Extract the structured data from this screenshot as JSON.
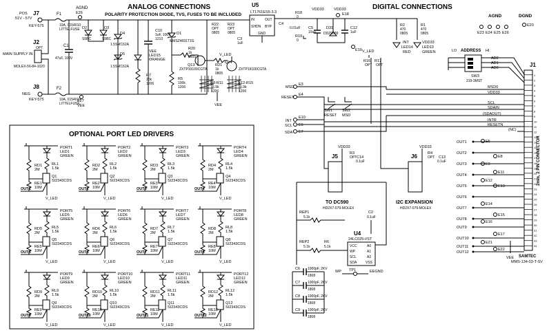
{
  "headers": {
    "analog": "ANALOG CONNECTIONS",
    "analog_sub": "POLARITY PROTECTION DIODE, TVS, FUSES TO BE INCLUDED",
    "digital": "DIGITAL CONNECTIONS",
    "led_drivers": "OPTIONAL PORT LED DRIVERS"
  },
  "power_input": {
    "j7": {
      "ref": "J7",
      "pins": [
        "POS",
        "51V - 57V"
      ],
      "part": "KEY-575"
    },
    "j2": {
      "ref": "J2",
      "label": "MAIN SUPPLY IN",
      "opt": "OPT",
      "part": "MOLEX-56-84-1020"
    },
    "j8": {
      "ref": "J8",
      "label": "NEG",
      "part": "KEY-575"
    },
    "f1": {
      "ref": "F1",
      "value": "10A, 0154010",
      "part": "LITTELFUSE"
    },
    "f2": {
      "ref": "F2",
      "value": "10A, 0154010",
      "part": "LITTELFUSE"
    },
    "c1": {
      "ref": "C1",
      "value": "47uF, 100V"
    },
    "agnd": "AGND",
    "e26": "E26",
    "e27": "E27",
    "vee": "VEE"
  },
  "protection": {
    "d2": {
      "ref": "D2",
      "part": "S5BC"
    },
    "d3": {
      "ref": "D3",
      "part": "S5BC"
    },
    "d4": {
      "ref": "D4",
      "part": "1.5SMC62A"
    },
    "d5": {
      "ref": "D5",
      "part": "1.5SMC62A"
    },
    "c10": {
      "ref": "C10",
      "value": "1uF, 100V",
      "size": "1210"
    },
    "led15": {
      "ref": "LED15",
      "label": "VEE",
      "color": "ORANGE"
    },
    "r7": {
      "ref": "R7",
      "value": "20k",
      "size": "1206"
    },
    "d1": {
      "ref": "D1",
      "part": "MMSZ4691T1G"
    },
    "r20": {
      "ref": "R20",
      "value": "1k",
      "size": "0805"
    },
    "r5": {
      "ref": "R5",
      "value": "100k",
      "size": "1206"
    },
    "q13": {
      "ref": "Q13",
      "part": "ZXTP19100CGTA"
    },
    "r21": {
      "ref": "R21",
      "value": "1k",
      "size": "0805"
    },
    "q14": {
      "ref": "Q14",
      "part": "ZXTP19100CGTA"
    },
    "r8_r11": {
      "ref": "R8-R11",
      "value": "5.9k",
      "size": "1206"
    },
    "r12_r15": {
      "ref": "R12-R15",
      "value": "5.9k",
      "size": "1206"
    },
    "r22": {
      "ref": "R22",
      "opt": "OPT",
      "size": "0805"
    },
    "r23": {
      "ref": "R23",
      "opt": "OPT",
      "size": "0805"
    },
    "c3": {
      "ref": "C3",
      "value": "1uF"
    },
    "v_led": "V_LED"
  },
  "regulator": {
    "u5": {
      "ref": "U5",
      "part": "LT1761ES5-3.3",
      "pins": [
        "IN",
        "OUT",
        "SHDN",
        "BYP",
        "GND"
      ]
    },
    "r18": {
      "ref": "R18",
      "value": "0"
    },
    "r19": {
      "ref": "R19",
      "value": "0"
    },
    "c4": {
      "ref": "C4",
      "value": "0.01uF"
    },
    "vdd33": "VDD33",
    "e18": "E18",
    "c5": {
      "ref": "C5",
      "value": "10uF"
    },
    "d31": {
      "ref": "D31",
      "part": "DDZ9689"
    },
    "c12": {
      "ref": "C12",
      "value": "1uF"
    },
    "e19": "E19"
  },
  "digital": {
    "r2": {
      "ref": "R2",
      "value": "470",
      "size": "0805"
    },
    "r1": {
      "ref": "R1",
      "value": "470",
      "size": "0805"
    },
    "led14": {
      "ref": "LED14",
      "label": "INT",
      "color": "RED"
    },
    "led13": {
      "ref": "LED13",
      "label": "VDD33",
      "color": "GREEN"
    },
    "r16": {
      "ref": "R16",
      "opt": "OPT"
    },
    "r17": {
      "ref": "R17",
      "opt": "OPT"
    },
    "v_led": "V_LED",
    "agnd": "AGND",
    "dgnd": "DGND",
    "agnd_pads": [
      "E23",
      "E24",
      "E25",
      "E26"
    ],
    "dgnd_pad": "E20",
    "address": {
      "lo": "LO",
      "label": "ADDRESS",
      "hi": "HI",
      "lines": [
        "AD2",
        "AD1",
        "AD0"
      ],
      "sw": "SW3",
      "part": "219-3MST"
    },
    "bus_signals": [
      "MSD0",
      "VDD33",
      "SCL",
      "SDAIN",
      "(SDAOUT)",
      "INTR",
      "RESETN",
      "(NC)"
    ],
    "test_points": [
      {
        "pad": "E3",
        "label": "MSD"
      },
      {
        "pad": "E4",
        "label": "RESET"
      },
      {
        "pad": "E10",
        "label": "INT"
      },
      {
        "pad": "E6",
        "label": "SCL"
      },
      {
        "pad": "E7",
        "label": "SDA"
      }
    ],
    "sw1": {
      "ref": "SW1",
      "label": "RESET"
    },
    "sw2": {
      "ref": "SW2",
      "label": "MSD"
    }
  },
  "headers_j5_j6": {
    "j5": {
      "ref": "J5",
      "caption": "TO DC590",
      "part": "HD2X7-079-MOLEX"
    },
    "j6": {
      "ref": "J6",
      "caption": "I2C EXPANSION",
      "part": "HD2X7-079-MOLEX"
    },
    "r3": {
      "ref": "R3",
      "opt": "OPT"
    },
    "r4": {
      "ref": "R4",
      "opt": "OPT"
    },
    "c14": {
      "ref": "C14",
      "value": "0.1uF"
    },
    "c13": {
      "ref": "C13",
      "value": "0.1uF"
    },
    "vdd33": "VDD33"
  },
  "eeprom": {
    "rep1": {
      "ref": "REP1",
      "value": "5.1k"
    },
    "rep2": {
      "ref": "REP2",
      "value": "5.1k"
    },
    "r6": {
      "ref": "R6",
      "value": "5.1k"
    },
    "c2": {
      "ref": "C2",
      "value": "0.1uF"
    },
    "u4": {
      "ref": "U4",
      "part": "24LC025-I/ST",
      "pins_left": [
        "VCC",
        "WP",
        "SCL",
        "SDA"
      ],
      "pins_right": [
        "A0",
        "A1",
        "A2",
        "VSS"
      ]
    },
    "wp": "WP",
    "tp1": "TP1",
    "eegnd": "EEGND"
  },
  "bypass_caps": [
    {
      "ref": "C6",
      "value": "1000pF, 2KV",
      "size": "1808"
    },
    {
      "ref": "C7",
      "value": "1000pF, 2KV",
      "size": "1808"
    },
    {
      "ref": "C8",
      "value": "1000pF, 2KV",
      "size": "1808"
    },
    {
      "ref": "C9",
      "value": "1000pF, 2KV",
      "size": "1808"
    }
  ],
  "connector": {
    "ref": "J1",
    "title": "2mm, 2 PIN CONNECTOR",
    "maker": "SAMTEC",
    "part": "MMS-134-03-T-SV",
    "pins_labels": [
      "1",
      "2",
      "3",
      "4",
      "5",
      "6",
      "7",
      "8",
      "9",
      "10",
      "11",
      "12",
      "13",
      "14",
      "15",
      "16",
      "17",
      "18",
      "19",
      "20",
      "21",
      "22",
      "23",
      "24",
      "25",
      "26",
      "27",
      "28",
      "29",
      "30",
      "31",
      "32",
      "33",
      "34"
    ],
    "outputs": [
      "OUT1",
      "OUT2",
      "OUT3",
      "OUT4",
      "OUT5",
      "OUT6",
      "OUT7",
      "OUT8",
      "OUT9",
      "OUT10",
      "OUT11",
      "OUT12"
    ],
    "pads": [
      "E5",
      "E8",
      "E9",
      "E11",
      "E12",
      "E13",
      "E14",
      "E15",
      "E16",
      "E17",
      "E21",
      "E22"
    ],
    "vee": "VEE"
  },
  "ports": [
    {
      "port": "PORT1",
      "led": "LED1",
      "color": "GREEN",
      "rd": "RD1",
      "rd_val": "2M",
      "rl": "RL1",
      "rl_val": "1.5k",
      "q": "Q1",
      "q_part": "SI2343CDS",
      "re": "RE1",
      "re_val": "10M",
      "out": "OUT1",
      "vled": "V_LED"
    },
    {
      "port": "PORT2",
      "led": "LED2",
      "color": "GREEN",
      "rd": "RD2",
      "rd_val": "2M",
      "rl": "RL2",
      "rl_val": "1.5k",
      "q": "Q2",
      "q_part": "SI2343CDS",
      "re": "RE2",
      "re_val": "10M",
      "out": "OUT2",
      "vled": "V_LED"
    },
    {
      "port": "PORT3",
      "led": "LED3",
      "color": "GREEN",
      "rd": "RD3",
      "rd_val": "2M",
      "rl": "RL3",
      "rl_val": "1.5k",
      "q": "Q3",
      "q_part": "SI2343CDS",
      "re": "RE3",
      "re_val": "10M",
      "out": "OUT3",
      "vled": "V_LED"
    },
    {
      "port": "PORT4",
      "led": "LED4",
      "color": "GREEN",
      "rd": "RD4",
      "rd_val": "2M",
      "rl": "RL4",
      "rl_val": "1.5k",
      "q": "Q4",
      "q_part": "SI2343CDS",
      "re": "RE4",
      "re_val": "10M",
      "out": "OUT4",
      "vled": "V_LED"
    },
    {
      "port": "PORT5",
      "led": "LED5",
      "color": "GREEN",
      "rd": "RD5",
      "rd_val": "2M",
      "rl": "RL5",
      "rl_val": "1.5k",
      "q": "Q5",
      "q_part": "SI2343CDS",
      "re": "RE5",
      "re_val": "10M",
      "out": "OUT5",
      "vled": "V_LED"
    },
    {
      "port": "PORT6",
      "led": "LED6",
      "color": "GREEN",
      "rd": "RD6",
      "rd_val": "2M",
      "rl": "RL6",
      "rl_val": "1.5k",
      "q": "Q6",
      "q_part": "SI2343CDS",
      "re": "RE6",
      "re_val": "10M",
      "out": "OUT6",
      "vled": "V_LED"
    },
    {
      "port": "PORT7",
      "led": "LED7",
      "color": "GREEN",
      "rd": "RD7",
      "rd_val": "2M",
      "rl": "RL7",
      "rl_val": "1.5k",
      "q": "Q7",
      "q_part": "SI2343CDS",
      "re": "RE7",
      "re_val": "10M",
      "out": "OUT7",
      "vled": "V_LED"
    },
    {
      "port": "PORT8",
      "led": "LED8",
      "color": "GREEN",
      "rd": "RD8",
      "rd_val": "2M",
      "rl": "RL8",
      "rl_val": "1.5k",
      "q": "Q8",
      "q_part": "SI2343CDS",
      "re": "RE8",
      "re_val": "10M",
      "out": "OUT8",
      "vled": "V_LED"
    },
    {
      "port": "PORT9",
      "led": "LED9",
      "color": "GREEN",
      "rd": "RD9",
      "rd_val": "2M",
      "rl": "RL9",
      "rl_val": "1.5k",
      "q": "Q9",
      "q_part": "SI2343CDS",
      "re": "RE9",
      "re_val": "10M",
      "out": "OUT9",
      "vled": "V_LED"
    },
    {
      "port": "PORT10",
      "led": "LED10",
      "color": "GREEN",
      "rd": "RD10",
      "rd_val": "2M",
      "rl": "RL10",
      "rl_val": "1.5k",
      "q": "Q10",
      "q_part": "SI2343CDS",
      "re": "RE10",
      "re_val": "10M",
      "out": "OUT10",
      "vled": "V_LED"
    },
    {
      "port": "PORT11",
      "led": "LED11",
      "color": "GREEN",
      "rd": "RD11",
      "rd_val": "2M",
      "rl": "RL11",
      "rl_val": "1.5k",
      "q": "Q11",
      "q_part": "SI2343CDS",
      "re": "RE11",
      "re_val": "10M",
      "out": "OUT11",
      "vled": "V_LED"
    },
    {
      "port": "PORT12",
      "led": "LED12",
      "color": "GREEN",
      "rd": "RD12",
      "rd_val": "2M",
      "rl": "RL12",
      "rl_val": "1.5k",
      "q": "Q12",
      "q_part": "SI2343CDS",
      "re": "RE12",
      "re_val": "10M",
      "out": "OUT12",
      "vled": "V_LED"
    }
  ]
}
